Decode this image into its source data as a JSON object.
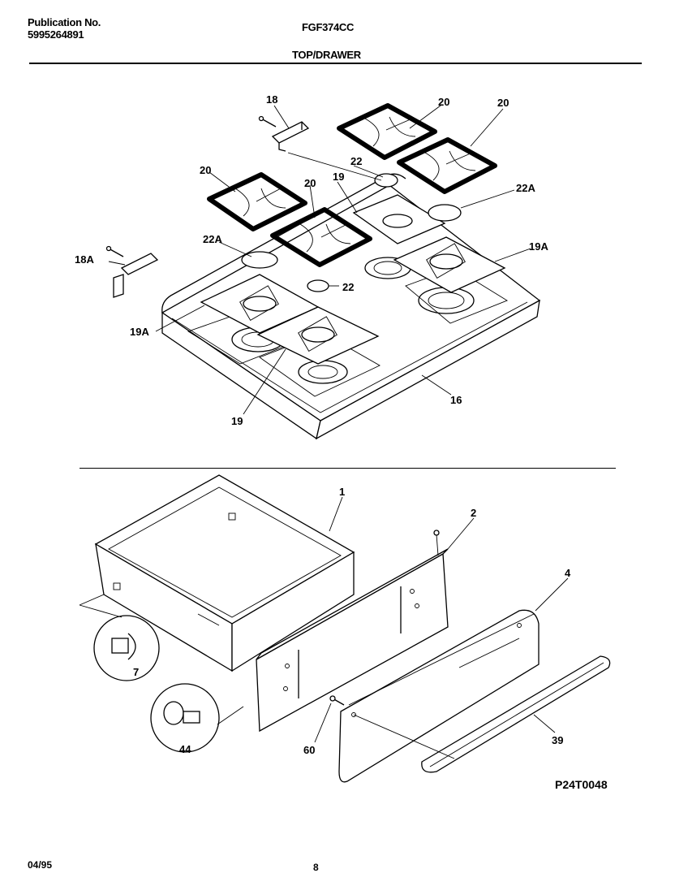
{
  "header": {
    "publication_label": "Publication No.",
    "publication_number": "5995264891",
    "model": "FGF374CC",
    "section_title": "TOP/DRAWER"
  },
  "parts": {
    "p18": "18",
    "p18a": "18A",
    "p20a": "20",
    "p20b": "20",
    "p20c": "20",
    "p20d": "20",
    "p22a": "22",
    "p22b": "22",
    "p22Aa": "22A",
    "p22Ab": "22A",
    "p19a": "19",
    "p19b": "19",
    "p19Aa": "19A",
    "p19Ab": "19A",
    "p16": "16",
    "p1": "1",
    "p2": "2",
    "p4": "4",
    "p7": "7",
    "p44": "44",
    "p60": "60",
    "p39": "39"
  },
  "diagram_code": "P24T0048",
  "footer": {
    "date": "04/95",
    "page": "8"
  }
}
